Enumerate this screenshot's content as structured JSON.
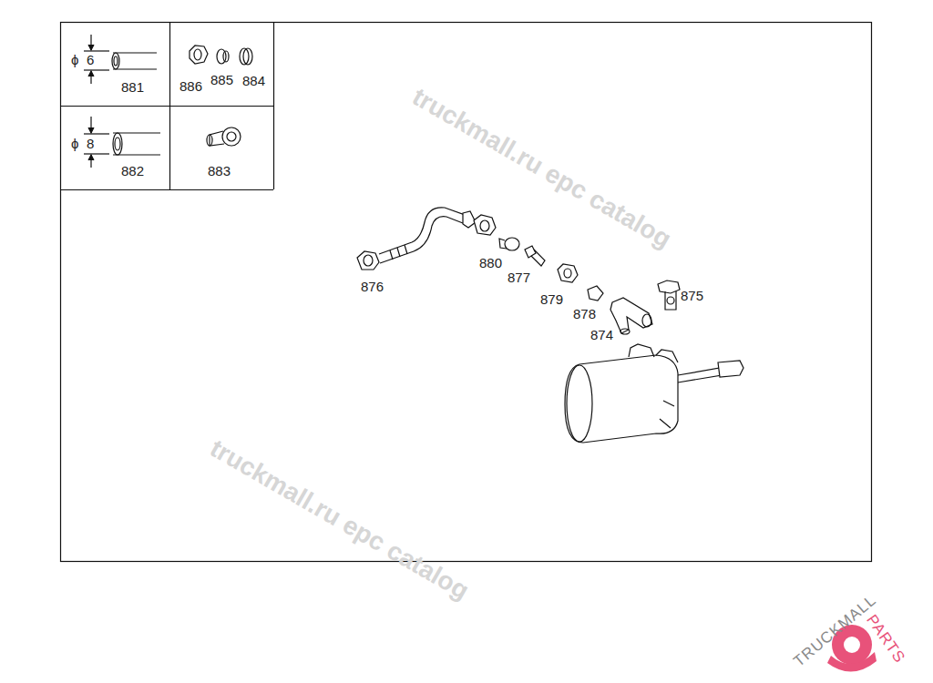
{
  "diagram": {
    "labels": [
      "ϕ",
      "6",
      "881",
      "886",
      "885",
      "884",
      "ϕ",
      "8",
      "882",
      "883",
      "876",
      "880",
      "877",
      "879",
      "878",
      "874",
      "875",
      "truckmall.ru epc catalog",
      "truckmall.ru epc catalog",
      "TRUCKMALL",
      "PARTS"
    ]
  }
}
